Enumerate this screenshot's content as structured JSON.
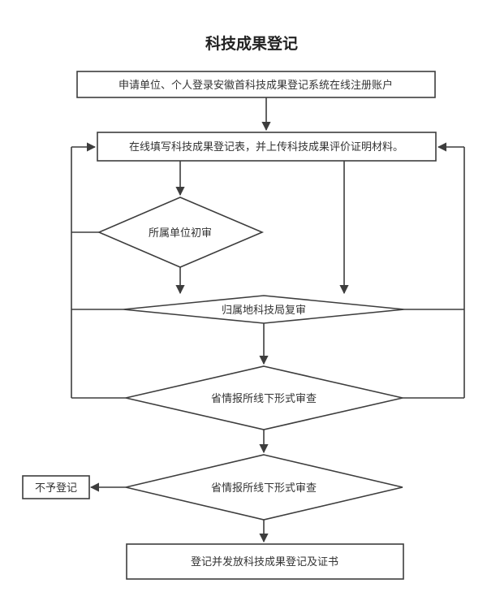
{
  "title": "科技成果登记",
  "nodes": {
    "register": "申请单位、个人登录安徽首科技成果登记系统在线注册账户",
    "fill_form": "在线填写科技成果登记表，并上传科技成果评价证明材料。",
    "unit_review": "所属单位初审",
    "local_review": "归属地科技局复审",
    "formal_review_1": "省情报所线下形式审查",
    "formal_review_2": "省情报所线下形式审查",
    "reject": "不予登记",
    "issue_cert": "登记并发放科技成果登记及证书"
  },
  "colors": {
    "stroke": "#3d3d3d",
    "text": "#333333",
    "background": "#ffffff"
  }
}
